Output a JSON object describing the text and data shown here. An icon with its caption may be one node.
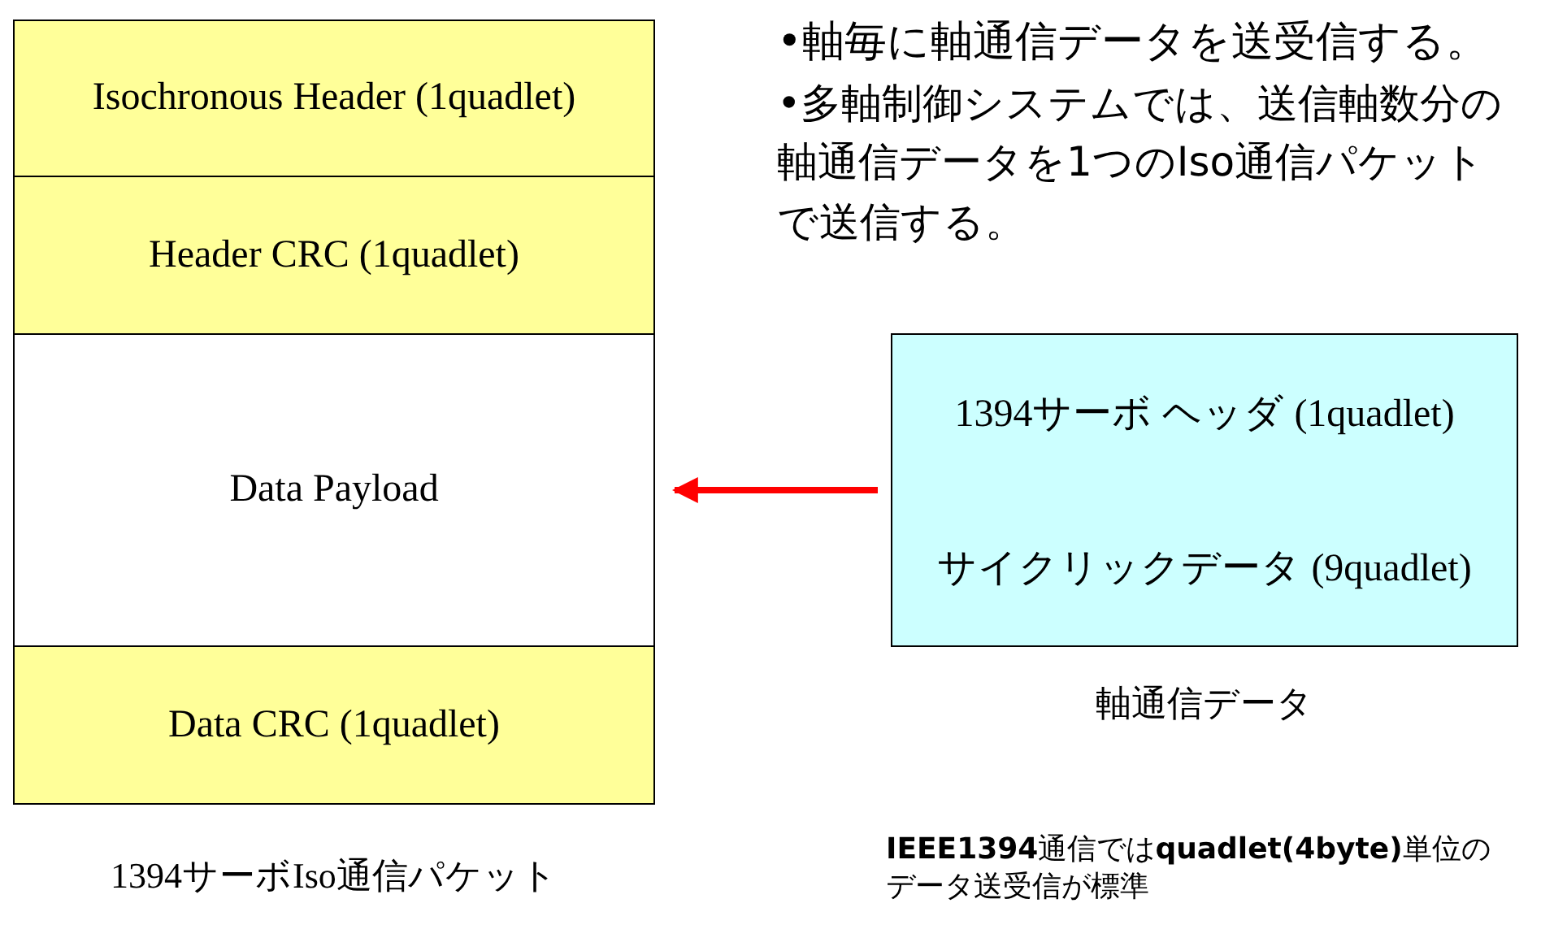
{
  "diagram": {
    "nodes": [
      {
        "text": [
          "1394サーボIso通信パケット"
        ]
      },
      {
        "text": [
          "Isochronous Header (1quadlet)"
        ],
        "in": 0
      },
      {
        "text": [
          "Header CRC (1quadlet)"
        ],
        "in": 0
      },
      {
        "text": [
          "Data Payload"
        ],
        "in": 0
      },
      {
        "text": [
          "Data CRC (1quadlet)"
        ],
        "in": 0
      },
      {
        "text": [
          "軸通信データ"
        ]
      },
      {
        "text": [
          "1394サーボ ヘッダ (1quadlet)"
        ],
        "in": 5
      },
      {
        "text": [
          "サイクリックデータ (9quadlet)"
        ],
        "in": 5
      }
    ],
    "edges": [
      {
        "from": 5,
        "to": 3,
        "arrow": "to"
      }
    ],
    "labels": [
      "•軸毎に軸通信データを送受信する。",
      "•多軸制御システムでは、送信軸数分の軸通信データを1つのIso通信パケットで送信する。",
      "**IEEE1394**通信では**quadlet(4byte)**単位のデータ送受信が標準"
    ]
  }
}
